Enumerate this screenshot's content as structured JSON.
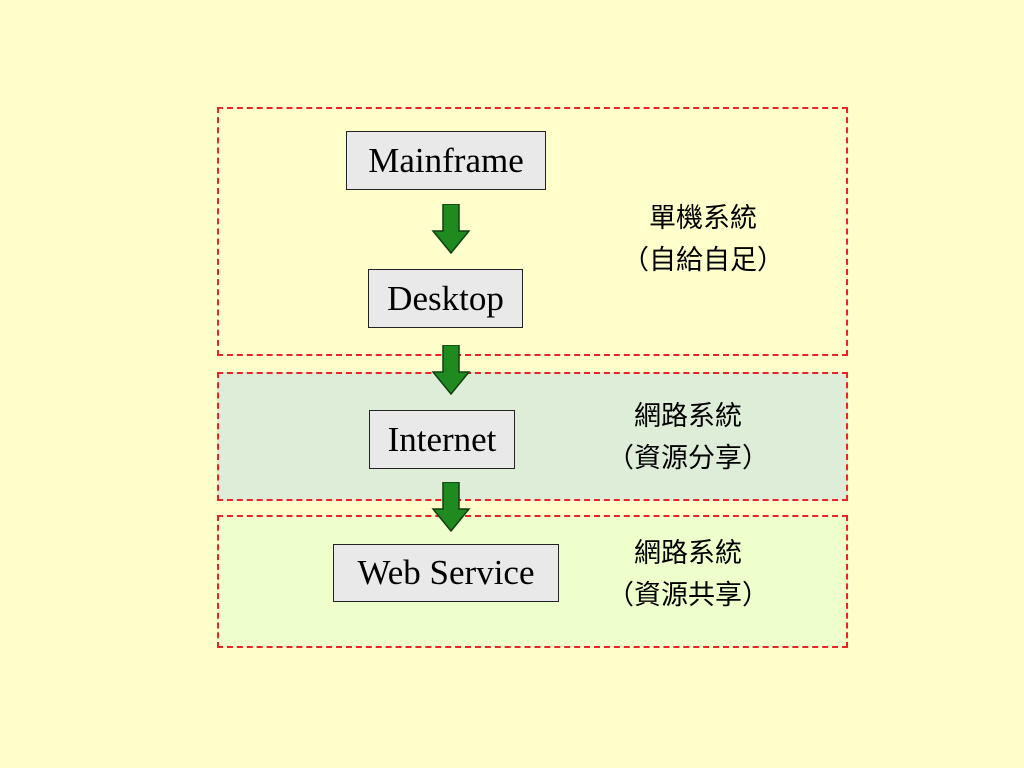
{
  "nodes": {
    "mainframe": "Mainframe",
    "desktop": "Desktop",
    "internet": "Internet",
    "web_service": "Web Service"
  },
  "notes": {
    "standalone": {
      "line1": "單機系統",
      "line2": "（自給自足）"
    },
    "network": {
      "line1": "網路系統",
      "line2": "（資源分享）"
    },
    "web_service": {
      "line1": "網路系統",
      "line2": "（資源共享）"
    }
  },
  "colors": {
    "background": "#FFFFCC",
    "region_border": "#E8232A",
    "network_fill": "#DDEDD8",
    "webservice_fill": "#EEFFCC",
    "node_fill": "#E9E9E9",
    "arrow_fill": "#1F8A1F"
  },
  "icons": {
    "flow_arrow": "down-arrow-icon"
  }
}
